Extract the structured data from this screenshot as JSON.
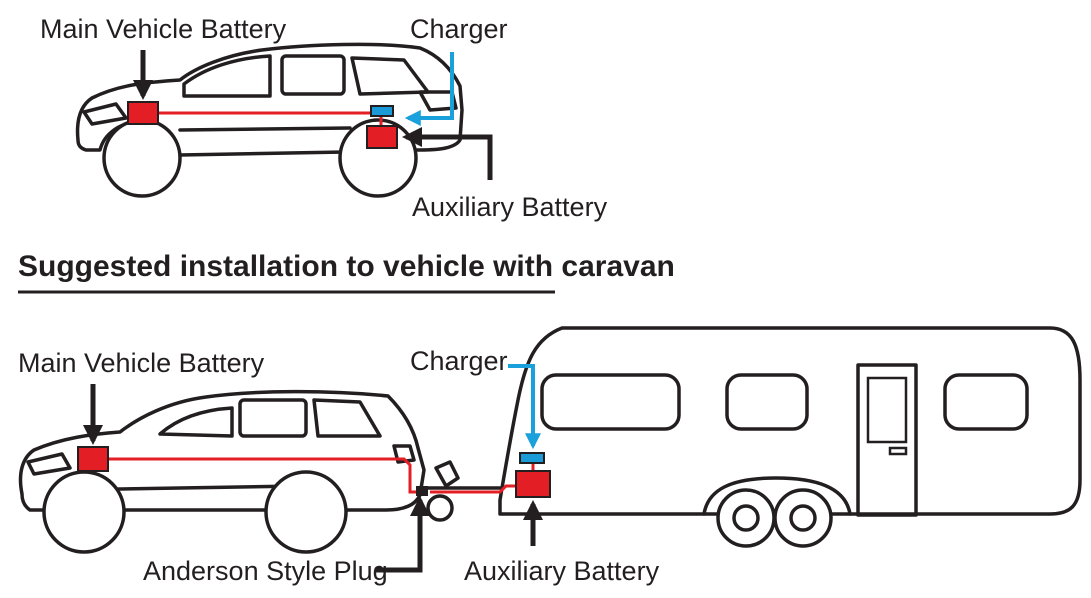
{
  "colors": {
    "ink": "#231f20",
    "battery_fill": "#e31e24",
    "charger_fill": "#1a9ad6",
    "charger_arrow": "#1aa1dc",
    "wire": "#e31e24"
  },
  "top_diagram": {
    "main_battery_label": "Main Vehicle Battery",
    "charger_label": "Charger",
    "aux_battery_label": "Auxiliary Battery"
  },
  "heading": "Suggested installation to vehicle with caravan",
  "bottom_diagram": {
    "main_battery_label": "Main Vehicle Battery",
    "charger_label": "Charger",
    "aux_battery_label": "Auxiliary Battery",
    "plug_label": "Anderson Style Plug"
  }
}
